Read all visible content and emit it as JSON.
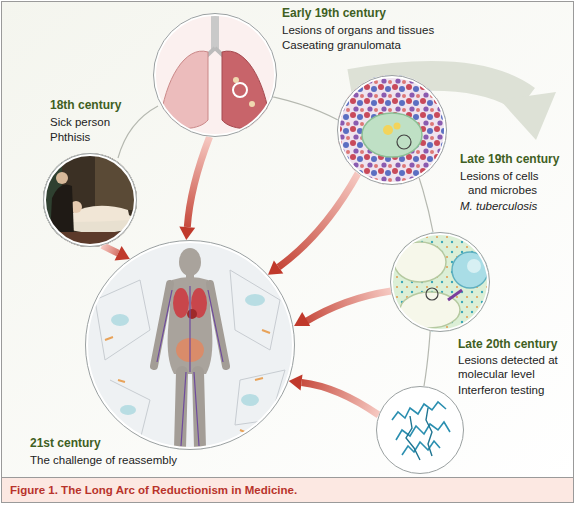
{
  "diagram": {
    "caption": "Figure 1. The Long Arc of Reductionism in Medicine.",
    "nodes": [
      {
        "text": [
          "18th century",
          "Sick person",
          "Phthisis"
        ]
      },
      {
        "text": [
          "Early 19th century",
          "Lesions of organs and tissues",
          "Caseating granulomata"
        ]
      },
      {
        "text": [
          "Late 19th century",
          "Lesions of cells and microbes",
          "M. tuberculosis"
        ]
      },
      {
        "text": [
          "Late 20th century",
          "Lesions detected at molecular level",
          "Interferon testing"
        ]
      },
      {
        "text": [
          "21st century",
          "The challenge of reassembly"
        ]
      }
    ],
    "edges": [
      {
        "from": 0,
        "to": 4,
        "arrow": "to"
      },
      {
        "from": 1,
        "to": 4,
        "arrow": "to"
      },
      {
        "from": 2,
        "to": 4,
        "arrow": "to"
      },
      {
        "from": 3,
        "to": 4,
        "arrow": "to"
      }
    ]
  }
}
